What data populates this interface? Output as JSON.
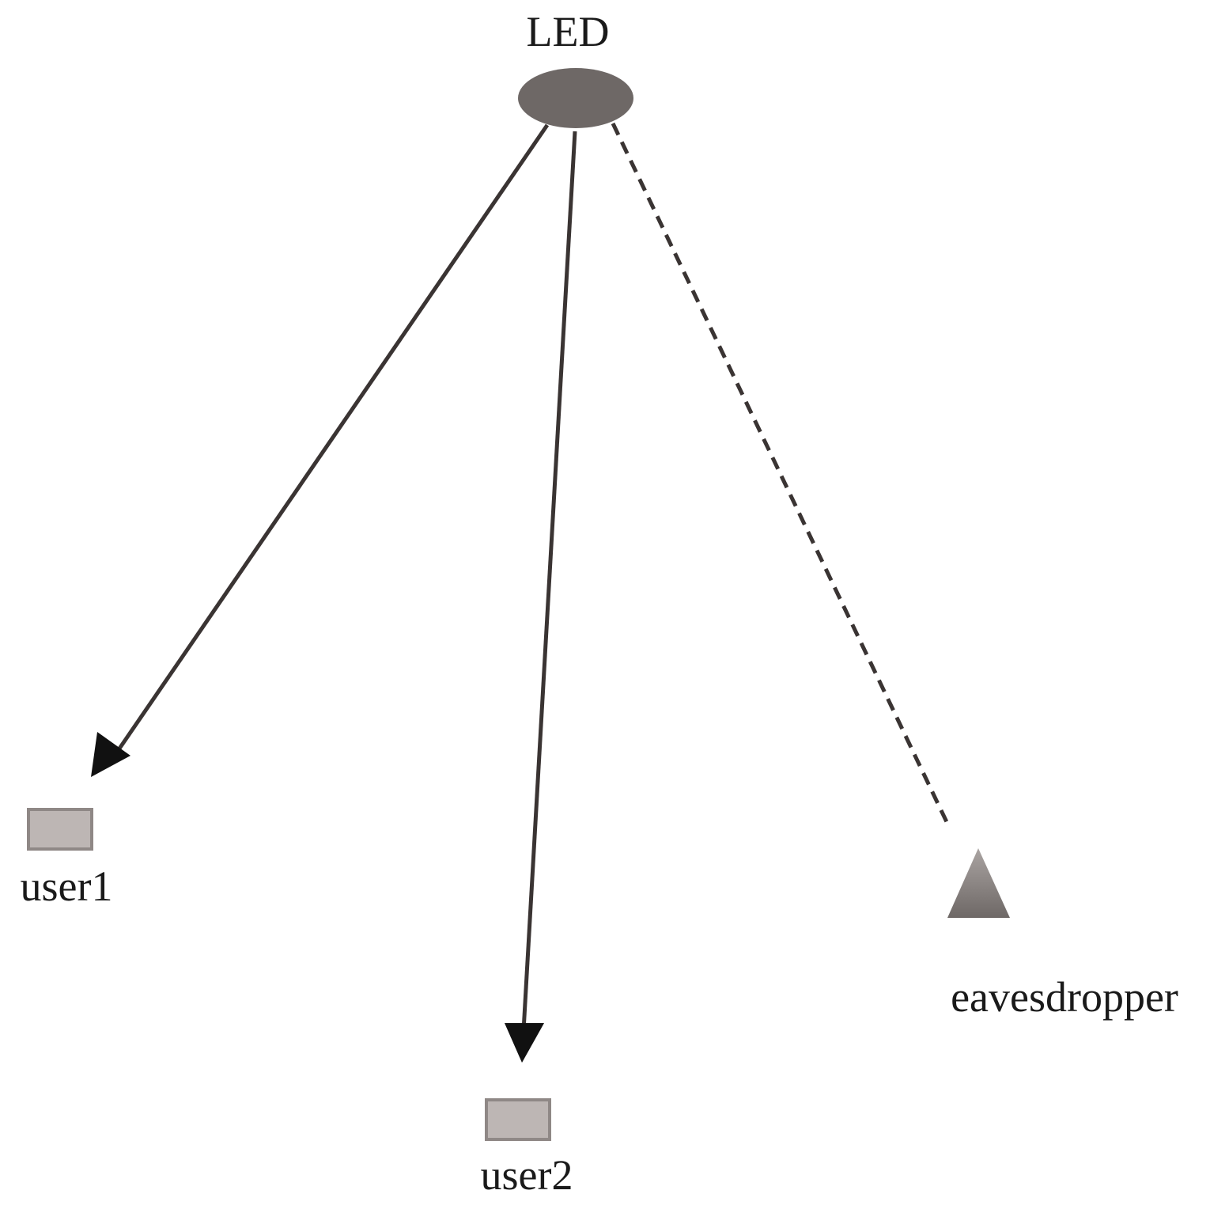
{
  "nodes": {
    "led": {
      "label": "LED",
      "color": "#6e6866"
    },
    "user1": {
      "label": "user1",
      "color": "#bdb6b4",
      "border": "#8f8886"
    },
    "user2": {
      "label": "user2",
      "color": "#bdb6b4",
      "border": "#8f8886"
    },
    "eavesdropper": {
      "label": "eavesdropper",
      "gradient_top": "#aaa4a2",
      "gradient_bottom": "#6e6866"
    }
  },
  "links": [
    {
      "from": "LED",
      "to": "user1",
      "style": "solid",
      "arrow": true
    },
    {
      "from": "LED",
      "to": "user2",
      "style": "solid",
      "arrow": true
    },
    {
      "from": "LED",
      "to": "eavesdropper",
      "style": "dashed",
      "arrow": false
    }
  ],
  "colors": {
    "line": "#3a3433",
    "arrowhead": "#111111",
    "background": "#ffffff"
  }
}
